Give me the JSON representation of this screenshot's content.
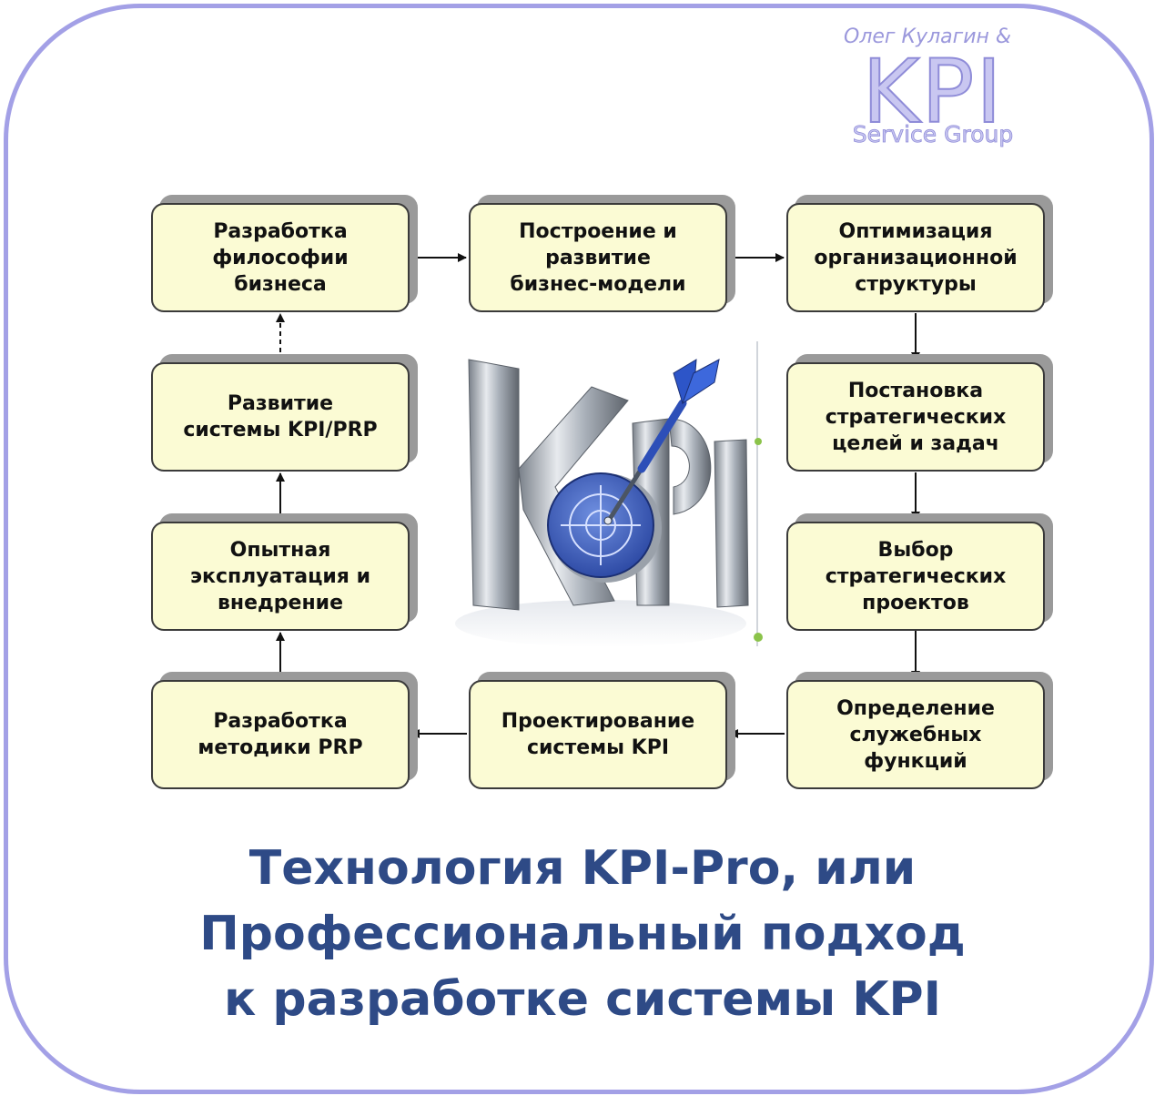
{
  "logo": {
    "author": "Олег Кулагин &",
    "brand": "KPI",
    "subtitle": "Service Group"
  },
  "boxes": [
    {
      "id": "philosophy",
      "label": "Разработка\nфилософии\nбизнеса"
    },
    {
      "id": "business-model",
      "label": "Построение и\nразвитие\nбизнес-модели"
    },
    {
      "id": "org-structure",
      "label": "Оптимизация\nорганизационной\nструктуры"
    },
    {
      "id": "strategic-goals",
      "label": "Постановка\nстратегических\nцелей и задач"
    },
    {
      "id": "strategic-projects",
      "label": "Выбор\nстратегических\nпроектов"
    },
    {
      "id": "service-functions",
      "label": "Определение\nслужебных\nфункций"
    },
    {
      "id": "kpi-design",
      "label": "Проектирование\nсистемы KPI"
    },
    {
      "id": "prp-method",
      "label": "Разработка\nметодики PRP"
    },
    {
      "id": "trial-operation",
      "label": "Опытная\nэксплуатация и\nвнедрение"
    },
    {
      "id": "kpi-prp-development",
      "label": "Развитие\nсистемы KPI/PRP"
    }
  ],
  "center_image": {
    "letters": "KPI"
  },
  "caption": {
    "line1": "Технология KPI-Pro, или",
    "line2": "Профессиональный подход",
    "line3": "к разработке системы KPI"
  },
  "colors": {
    "frame": "#a3a0e6",
    "box_fill": "#fbfbd4",
    "caption": "#2e4a86",
    "logo": "#9b98dc",
    "target": "#3f63c4"
  }
}
